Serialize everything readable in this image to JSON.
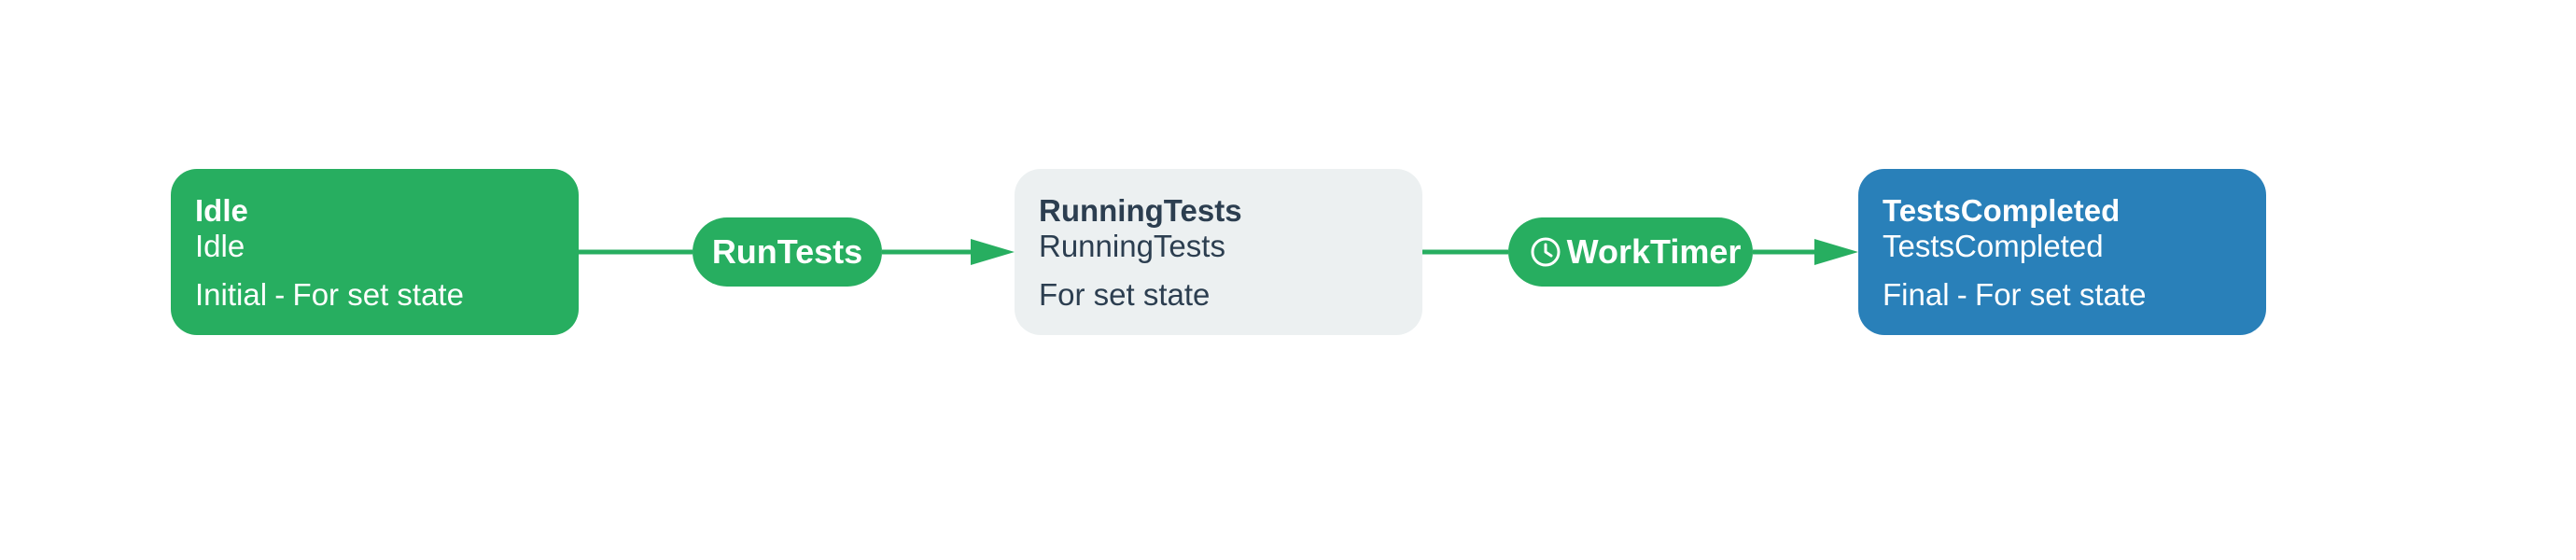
{
  "diagram": {
    "colors": {
      "edge": "#27ae60",
      "initial_state": "#27ae60",
      "state": "#ecf0f1",
      "final_state": "#2980b9",
      "event": "#27ae60"
    },
    "states": [
      {
        "title": "Idle",
        "subtitle": "Idle",
        "note_kind": "Initial",
        "note_text": "For set state"
      },
      {
        "title": "RunningTests",
        "subtitle": "RunningTests",
        "note_text": "For set state"
      },
      {
        "title": "TestsCompleted",
        "subtitle": "TestsCompleted",
        "note_kind": "Final",
        "note_text": "For set state"
      }
    ],
    "events": [
      {
        "label": "RunTests",
        "icon": ""
      },
      {
        "label": "WorkTimer",
        "icon": "clock-icon"
      }
    ]
  }
}
